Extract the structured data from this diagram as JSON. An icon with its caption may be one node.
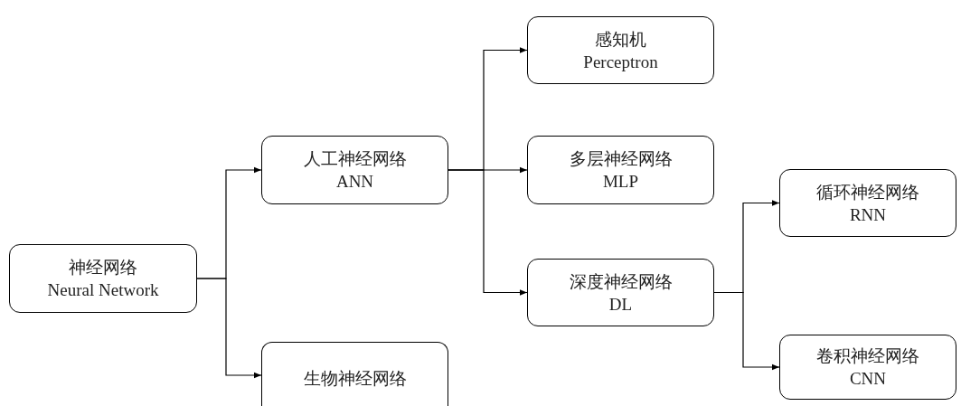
{
  "diagram": {
    "nodes": [
      {
        "text": [
          "神经网络",
          "Neural Network"
        ]
      },
      {
        "text": [
          "人工神经网络",
          "ANN"
        ]
      },
      {
        "text": [
          "生物神经网络"
        ]
      },
      {
        "text": [
          "感知机",
          "Perceptron"
        ]
      },
      {
        "text": [
          "多层神经网络",
          "MLP"
        ]
      },
      {
        "text": [
          "深度神经网络",
          "DL"
        ]
      },
      {
        "text": [
          "循环神经网络",
          "RNN"
        ]
      },
      {
        "text": [
          "卷积神经网络",
          "CNN"
        ]
      }
    ],
    "edges": [
      {
        "from": 0,
        "to": 1,
        "arrow": "to"
      },
      {
        "from": 0,
        "to": 2,
        "arrow": "to"
      },
      {
        "from": 1,
        "to": 3,
        "arrow": "to"
      },
      {
        "from": 1,
        "to": 4,
        "arrow": "to"
      },
      {
        "from": 1,
        "to": 5,
        "arrow": "to"
      },
      {
        "from": 5,
        "to": 6,
        "arrow": "to"
      },
      {
        "from": 5,
        "to": 7,
        "arrow": "to"
      }
    ]
  }
}
